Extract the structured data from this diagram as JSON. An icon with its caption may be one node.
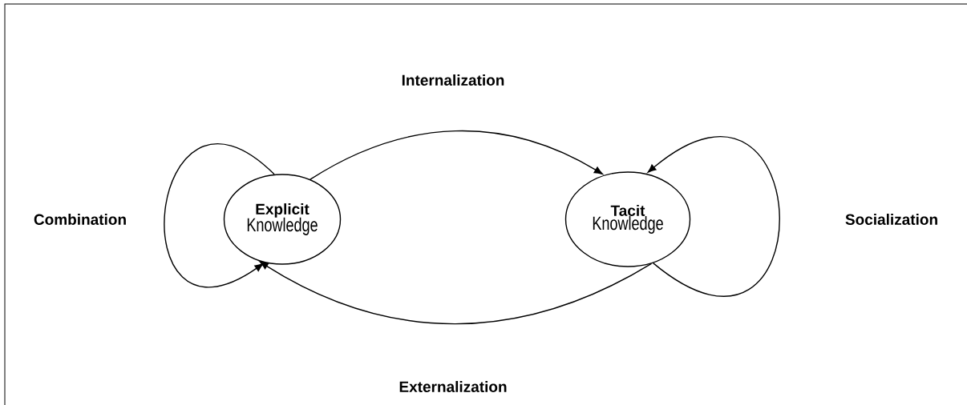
{
  "diagram": {
    "nodes": [
      {
        "text": [
          "Explicit",
          "Knowledge"
        ]
      },
      {
        "text": [
          "Tacit",
          "Knowledge"
        ]
      }
    ],
    "edges": [
      {
        "from": 0,
        "to": 1,
        "arrow": "to",
        "label": "Internalization"
      },
      {
        "from": 1,
        "to": 0,
        "arrow": "to",
        "label": "Externalization"
      },
      {
        "from": 0,
        "to": 0,
        "arrow": "to",
        "label": "Combination"
      },
      {
        "from": 1,
        "to": 1,
        "arrow": "to",
        "label": "Socialization"
      }
    ]
  }
}
